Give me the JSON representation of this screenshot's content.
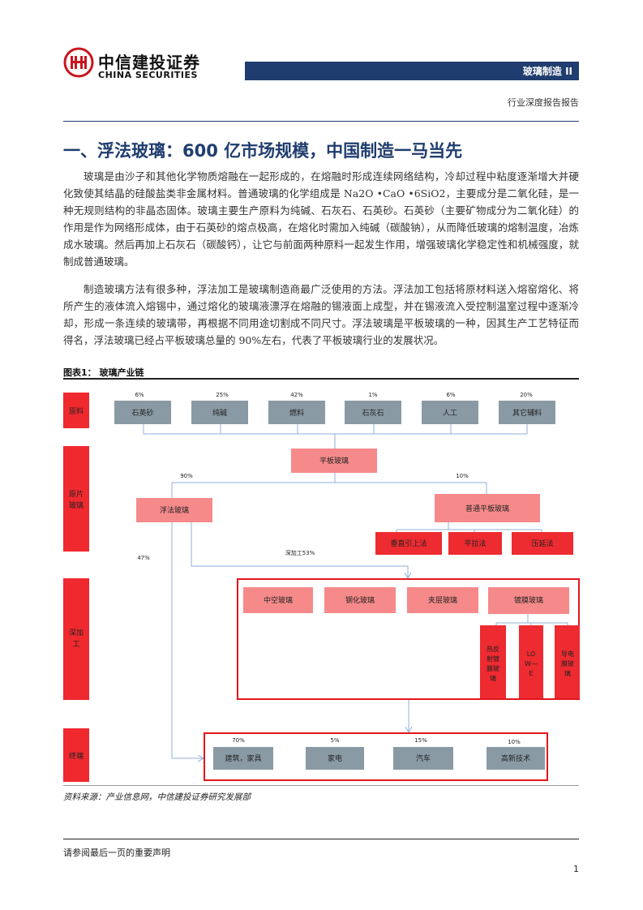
{
  "header": {
    "brand_cn": "中信建投证券",
    "brand_en": "CHINA SECURITIES",
    "section": "玻璃制造 II",
    "report_type": "行业深度报告报告"
  },
  "title": "一、浮法玻璃：600 亿市场规模，中国制造一马当先",
  "paragraphs": [
    "玻璃是由沙子和其他化学物质熔融在一起形成的，在熔融时形成连续网络结构，冷却过程中粘度逐渐增大并硬化致使其结晶的硅酸盐类非金属材料。普通玻璃的化学组成是 Na2O •CaO •6SiO2，主要成分是二氧化硅，是一种无规则结构的非晶态固体。玻璃主要生产原料为纯碱、石灰石、石英砂。石英砂（主要矿物成分为二氧化硅）的作用是作为网络形成体，由于石英砂的熔点极高，在熔化时需加入纯碱（碳酸钠），从而降低玻璃的熔制温度，冶炼成水玻璃。然后再加上石灰石（碳酸钙），让它与前面两种原料一起发生作用，增强玻璃化学稳定性和机械强度，就制成普通玻璃。",
    "制造玻璃方法有很多种，浮法加工是玻璃制造商最广泛使用的方法。浮法加工包括将原材料送入熔窑熔化、将所产生的液体流入熔锡中，通过熔化的玻璃液漂浮在熔融的锡液面上成型，并在锡液流入受控制温室过程中逐渐冷却，形成一条连续的玻璃带，再根据不同用途切割成不同尺寸。浮法玻璃是平板玻璃的一种，因其生产工艺特征而得名，浮法玻璃已经占平板玻璃总量的 90%左右，代表了平板玻璃行业的发展状况。"
  ],
  "figure": {
    "label": "图表1：  玻璃产业链",
    "stages": [
      "原料",
      "原片\n玻璃",
      "深加\n工",
      "终端"
    ],
    "raw_materials": [
      {
        "name": "石英砂",
        "pct": "6%"
      },
      {
        "name": "纯碱",
        "pct": "25%"
      },
      {
        "name": "燃料",
        "pct": "42%"
      },
      {
        "name": "石灰石",
        "pct": "1%"
      },
      {
        "name": "人工",
        "pct": "6%"
      },
      {
        "name": "其它辅料",
        "pct": "20%"
      }
    ],
    "flat_glass": "平板玻璃",
    "float_glass": {
      "name": "浮法玻璃",
      "pct": "90%"
    },
    "ordinary_glass": {
      "name": "普通平板玻璃",
      "pct": "10%"
    },
    "ordinary_methods": [
      "垂直引上法",
      "平拉法",
      "压延法"
    ],
    "direct_pct": "47%",
    "deep_processing_label": "深加工53%",
    "deep_products": [
      "中空玻璃",
      "钢化玻璃",
      "夹层玻璃",
      "镀膜玻璃"
    ],
    "coated_subtypes": [
      "热反\n射镀\n膜玻\n璃",
      "LO\nW—\nE",
      "导电\n膜玻\n璃"
    ],
    "end_uses": [
      {
        "name": "建筑，家具",
        "pct": "70%"
      },
      {
        "name": "家电",
        "pct": "5%"
      },
      {
        "name": "汽车",
        "pct": "15%"
      },
      {
        "name": "高新技术",
        "pct": "10%"
      }
    ],
    "colors": {
      "stage": "#f0292f",
      "light_red": "#f68a8a",
      "red": "#ee2b30",
      "gray": "#8a9aa5",
      "outline": "#e4161c",
      "line": "#8fb0d8"
    }
  },
  "source": "资料来源：产业信息网，中信建投证券研究发展部",
  "footer": "请参阅最后一页的重要声明",
  "page_number": "1"
}
